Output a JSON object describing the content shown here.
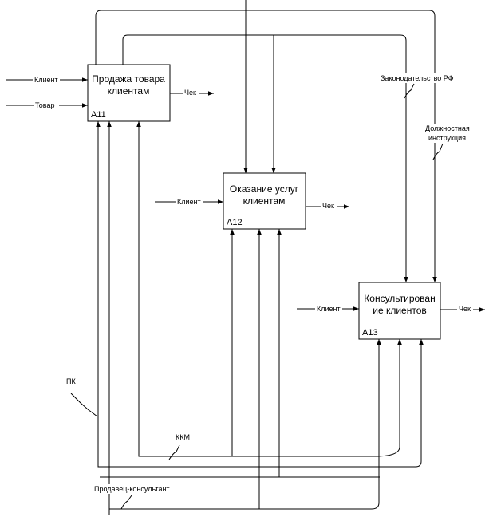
{
  "activities": [
    {
      "id": "a11",
      "title_line1": "Продажа товара",
      "title_line2": "клиентам",
      "number": "A11"
    },
    {
      "id": "a12",
      "title_line1": "Оказание услуг",
      "title_line2": "клиентам",
      "number": "A12"
    },
    {
      "id": "a13",
      "title_line1": "Консультирован",
      "title_line2": "ие клиентов",
      "number": "A13"
    }
  ],
  "arrow_labels": {
    "a11_input_client": "Клиент",
    "a11_input_goods": "Товар",
    "a11_output": "Чек",
    "a12_input_client": "Клиент",
    "a12_output": "Чек",
    "a13_input_client": "Клиент",
    "a13_output": "Чек",
    "law": "Законодательство РФ",
    "job_instruction_line1": "Должностная",
    "job_instruction_line2": "инструкция",
    "pc": "ПК",
    "kkm": "ККМ",
    "seller": "Продавец-консультант"
  }
}
